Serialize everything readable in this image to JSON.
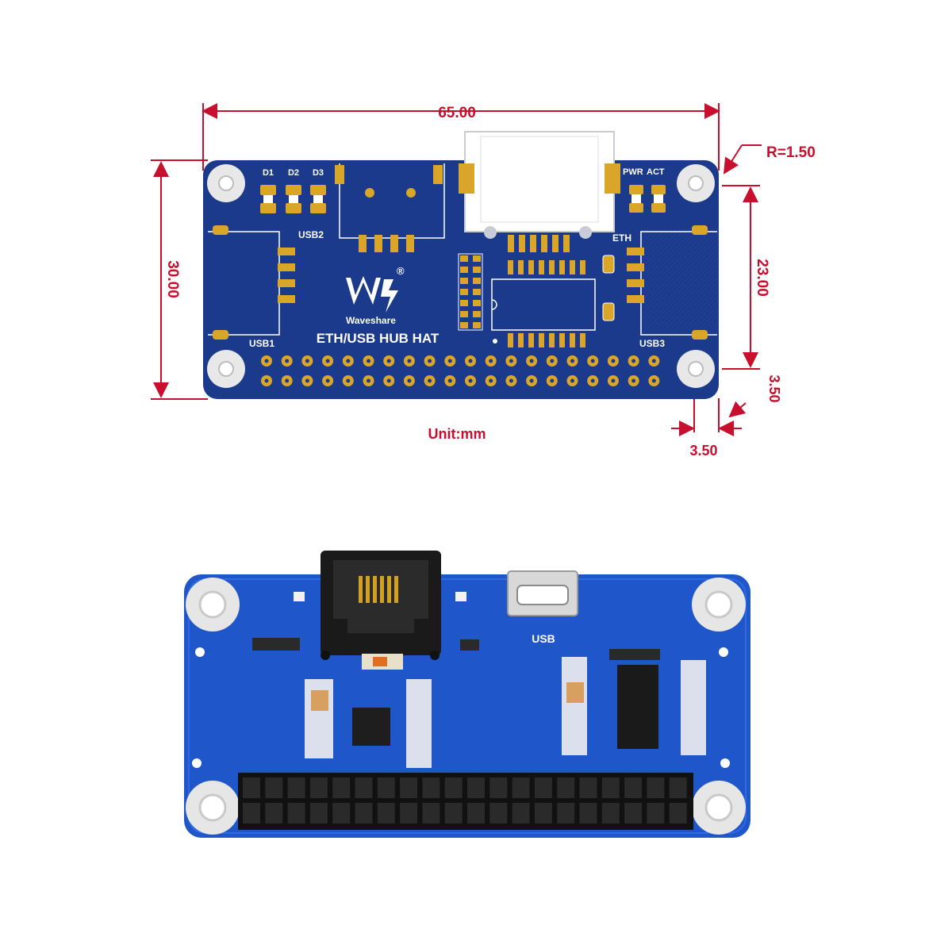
{
  "colors": {
    "dimension": "#c8102e",
    "pcb_blue": "#1b3a8c",
    "pcb_blue_photo": "#1f56c9",
    "pad_gold": "#d9a62a",
    "silkscreen": "#ffffff"
  },
  "top_diagram": {
    "dimensions": {
      "width": "65.00",
      "height": "30.00",
      "hole_spacing": "23.00",
      "corner_radius": "R=1.50",
      "offset_vertical": "3.50",
      "offset_horizontal": "3.50"
    },
    "unit_label": "Unit:mm",
    "silkscreen": {
      "led_labels": [
        "D1",
        "D2",
        "D3"
      ],
      "status_labels": [
        "PWR",
        "ACT"
      ],
      "usb2": "USB2",
      "usb1": "USB1",
      "usb3": "USB3",
      "eth": "ETH",
      "brand": "Waveshare",
      "product_name": "ETH/USB HUB HAT",
      "logo_reg": "®"
    },
    "icons": [
      "waveshare-logo-icon"
    ]
  },
  "bottom_photo": {
    "silkscreen": {
      "usb": "USB"
    },
    "icons": [
      "rj45-jack-icon",
      "micro-usb-icon",
      "gpio-header-icon"
    ]
  }
}
